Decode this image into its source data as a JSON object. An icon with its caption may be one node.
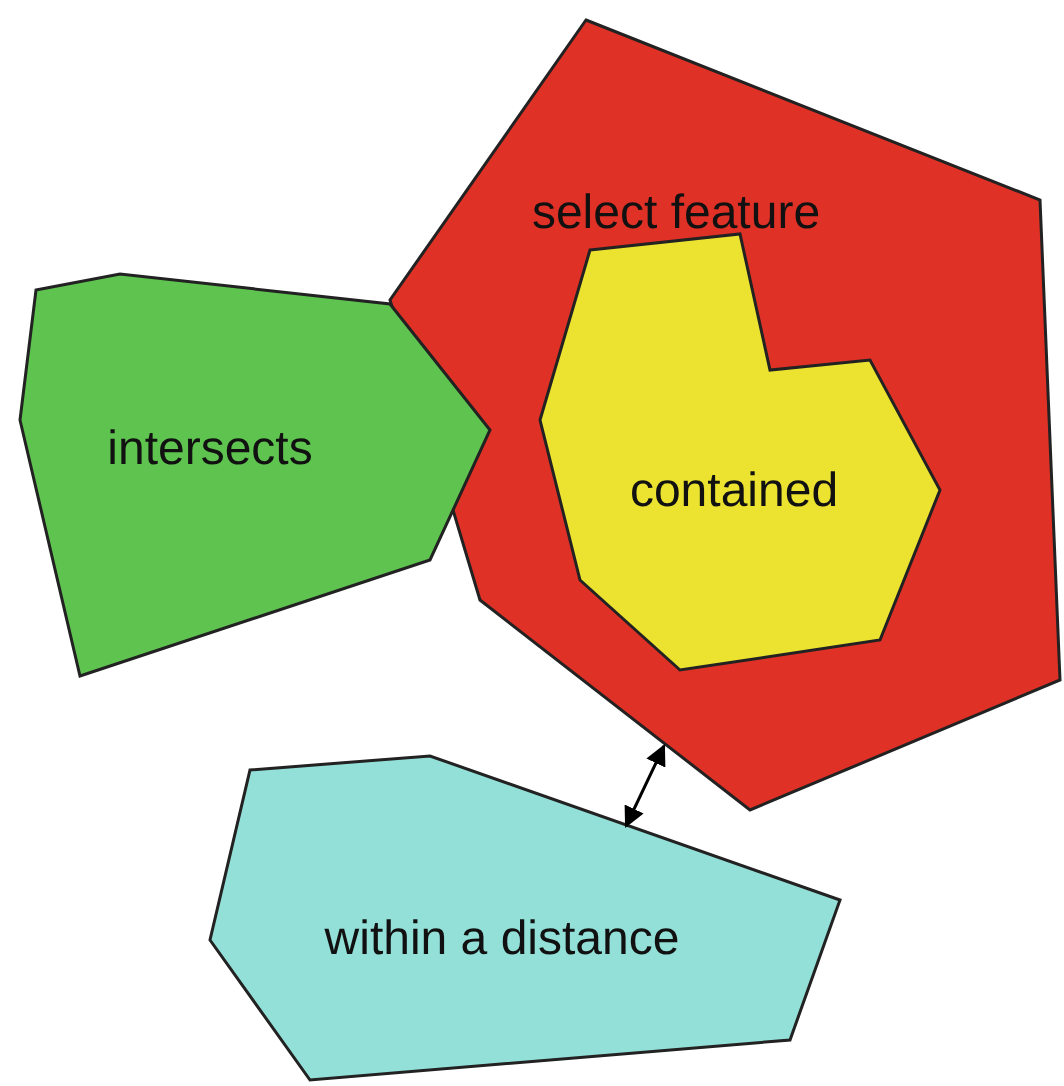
{
  "diagram": {
    "nodes": [
      {
        "text": [
          "select feature"
        ]
      },
      {
        "text": [
          "contained"
        ],
        "in": 0
      },
      {
        "text": [
          "intersects"
        ]
      },
      {
        "text": [
          "within a distance"
        ]
      }
    ],
    "edges": [
      {
        "from": 0,
        "to": 3,
        "arrow": "both"
      }
    ]
  }
}
